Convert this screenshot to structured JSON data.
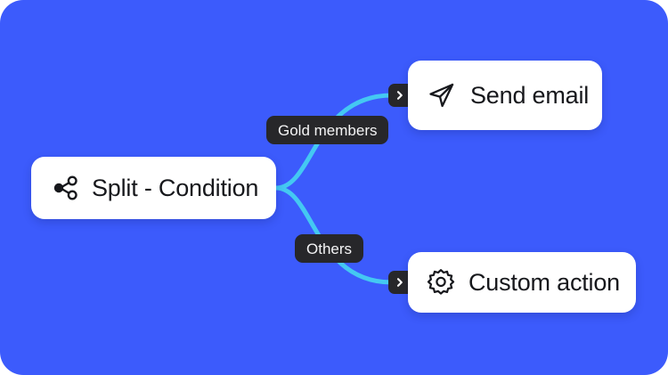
{
  "canvas": {
    "background_color": "#3c5bfc",
    "connector_color": "#44c8f2",
    "card_color": "#ffffff",
    "chip_color": "#27272a",
    "chip_text_color": "#f4f4f5"
  },
  "nodes": [
    {
      "id": "split-condition",
      "label": "Split - Condition",
      "icon": "share-split-icon"
    },
    {
      "id": "send-email",
      "label": "Send email",
      "icon": "paper-plane-icon"
    },
    {
      "id": "custom-action",
      "label": "Custom action",
      "icon": "gear-icon"
    }
  ],
  "branches": [
    {
      "id": "gold-members",
      "label": "Gold members",
      "from": "split-condition",
      "to": "send-email"
    },
    {
      "id": "others",
      "label": "Others",
      "from": "split-condition",
      "to": "custom-action"
    }
  ],
  "handles": [
    {
      "id": "send-email-handle",
      "icon": "chevron-right-icon"
    },
    {
      "id": "custom-action-handle",
      "icon": "chevron-right-icon"
    }
  ]
}
